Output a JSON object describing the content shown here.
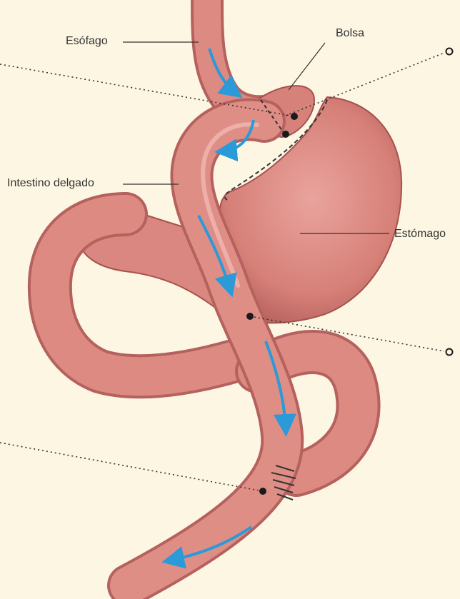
{
  "labels": {
    "esofago": "Esófago",
    "bolsa": "Bolsa",
    "intestino": "Intestino delgado",
    "estomago": "Estómago"
  },
  "colors": {
    "background": "#fdf6e3",
    "tissue": "#d9857f",
    "tissue_dark": "#b5615d",
    "tissue_light": "#eaa9a2",
    "flow_arrow": "#2a9ad8",
    "stitches": "#333333",
    "leader_line": "#333333"
  }
}
